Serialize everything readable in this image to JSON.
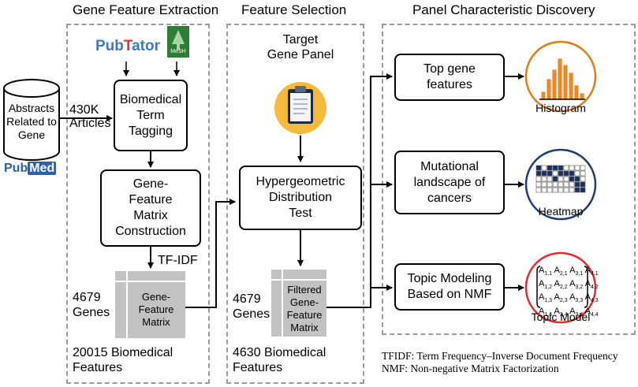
{
  "sections": {
    "extraction": "Gene Feature Extraction",
    "selection": "Feature Selection",
    "discovery": "Panel Characteristic Discovery"
  },
  "source": {
    "db_label": "Abstracts\nRelated to\nGene",
    "pubmed_logo": {
      "pre": "Pub",
      "post": "Med"
    },
    "articles_label": "430K\nArticles"
  },
  "logos": {
    "pubtator": {
      "pub": "Pub",
      "t": "T",
      "ator": "ator"
    },
    "mesh": "MeSH"
  },
  "extraction": {
    "tagging_box": "Biomedical\nTerm\nTagging",
    "matrix_box": "Gene-\nFeature\nMatrix\nConstruction",
    "tfidf_label": "TF-IDF",
    "genes_label": "4679\nGenes",
    "matrix_label": "Gene-\nFeature\nMatrix",
    "features_label": "20015 Biomedical\nFeatures"
  },
  "selection": {
    "target_label": "Target\nGene Panel",
    "test_box": "Hypergeometric\nDistribution\nTest",
    "genes_label": "4679\nGenes",
    "matrix_label": "Filtered\nGene-\nFeature\nMatrix",
    "features_label": "4630 Biomedical\nFeatures"
  },
  "discovery": {
    "top_features_box": "Top gene\nfeatures",
    "mutational_box": "Mutational\nlandscape of\ncancers",
    "topic_box": "Topic Modeling\nBased on NMF",
    "histogram_label": "Histogram",
    "heatmap_label": "Heatmap",
    "topic_model_label": "Topic Model",
    "topic_matrix": [
      [
        "1,1",
        "2,1",
        "3,1",
        "4,1"
      ],
      [
        "1,2",
        "2,2",
        "3,2",
        "4,2"
      ],
      [
        "1,3",
        "2,3",
        "3,3",
        "4,3"
      ],
      [
        "1,4",
        "2,4",
        "3,4",
        "4,4"
      ]
    ]
  },
  "footnotes": {
    "tfidf": "TFIDF: Term Frequency–Inverse Document Frequency",
    "nmf": "NMF: Non-negative Matrix Factorization"
  },
  "colors": {
    "histogram_circle": "#e07b1a",
    "histogram_bars": "#e8892a",
    "heatmap_circle": "#1f3b73",
    "heatmap_cells": "#1a2f66",
    "topic_circle": "#e32d2d",
    "pubtator_blue": "#3f79c3",
    "pubtator_red": "#e0382f",
    "mesh_green": "#2e7d32",
    "clipboard_circle": "#f5ba3c"
  }
}
